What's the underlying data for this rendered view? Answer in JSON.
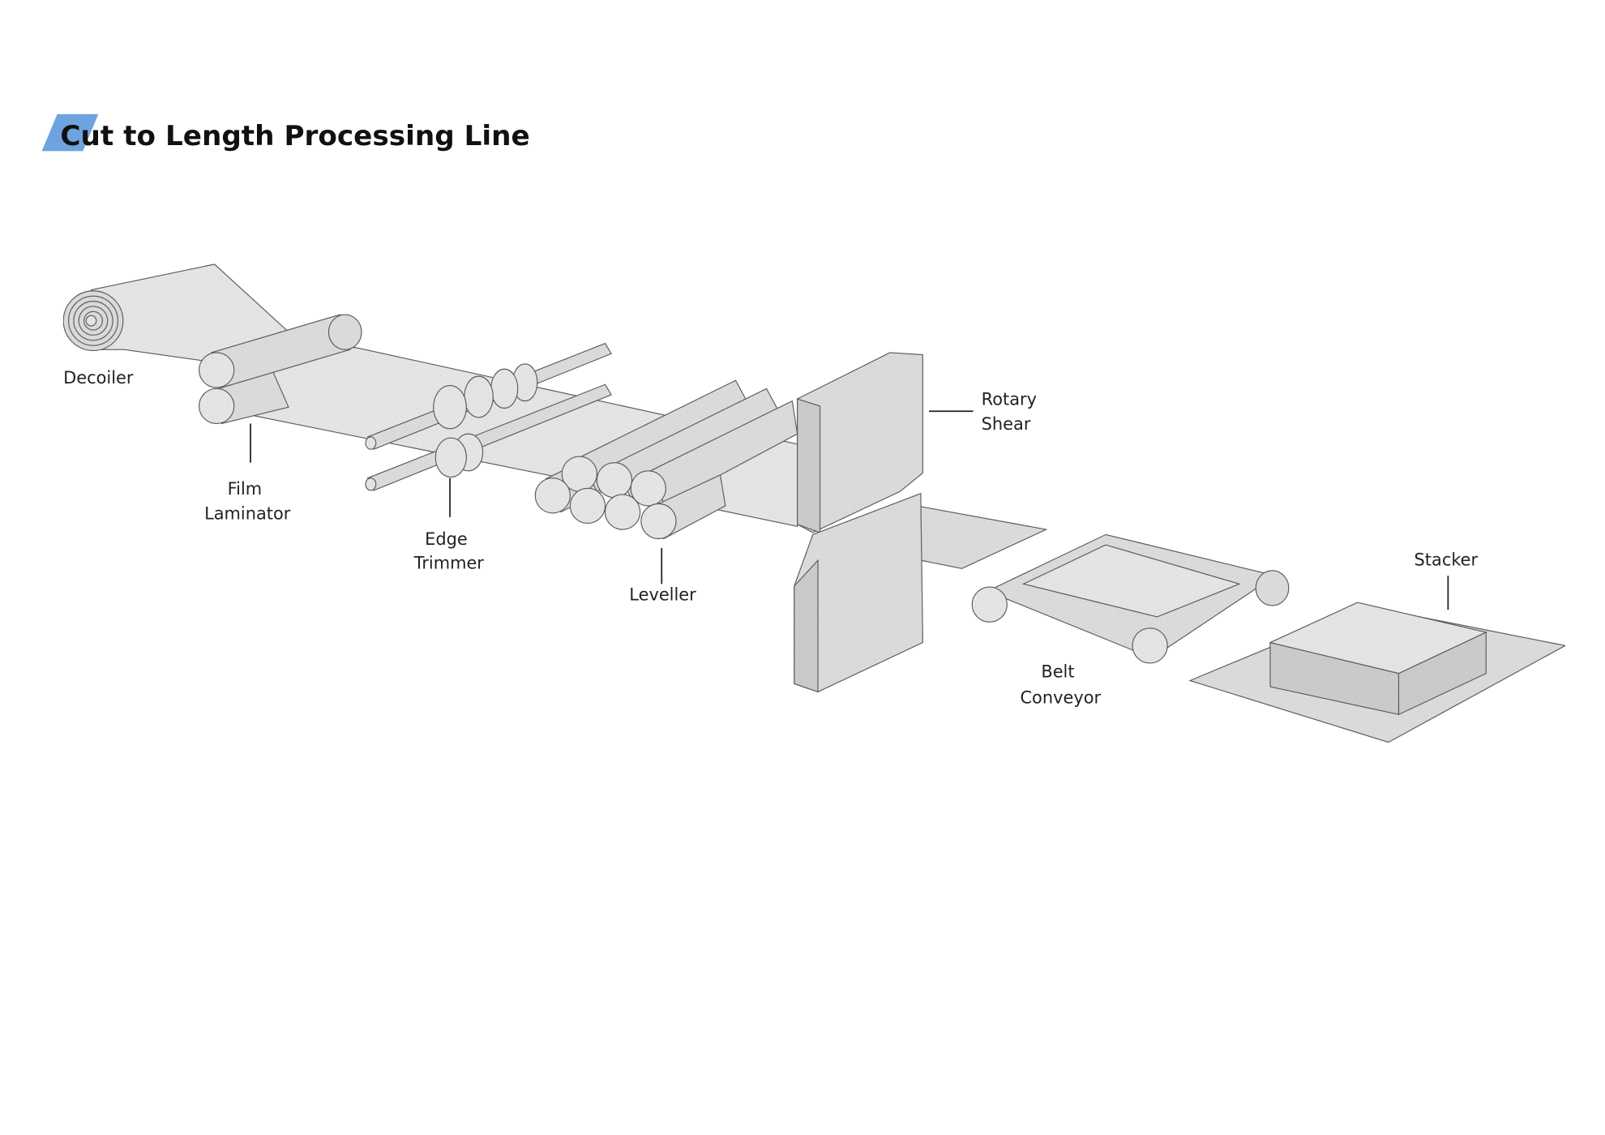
{
  "title": "Cut to Length Processing Line",
  "colors": {
    "accent": "#6fa3e0",
    "machine_fill": "#e4e4e4",
    "outline": "#444444"
  },
  "labels": {
    "decoiler": "Decoiler",
    "film_laminator": [
      "Film",
      "Laminator"
    ],
    "edge_trimmer": [
      "Edge",
      "Trimmer"
    ],
    "leveller": "Leveller",
    "rotary_shear": [
      "Rotary",
      "Shear"
    ],
    "belt_conveyor": [
      "Belt",
      "Conveyor"
    ],
    "stacker": "Stacker"
  }
}
